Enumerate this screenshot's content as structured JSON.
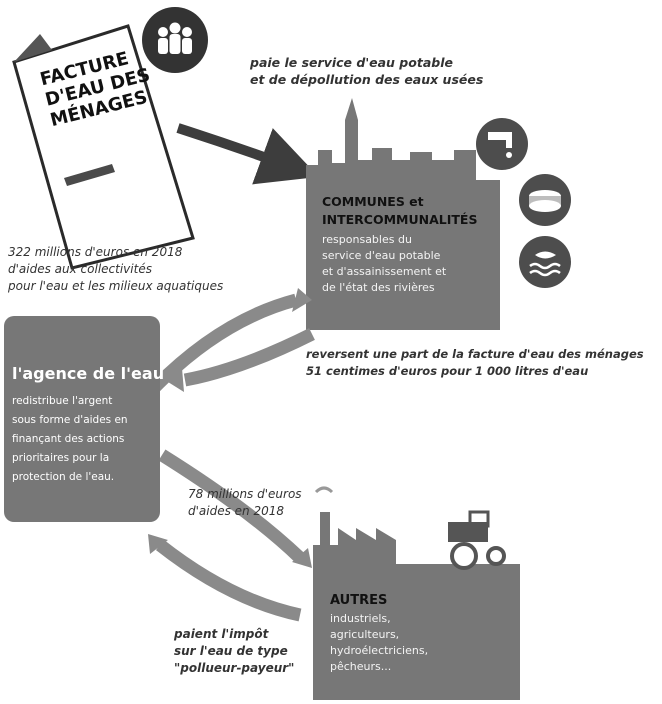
{
  "invoice": {
    "title_lines": [
      "FACTURE",
      "D'EAU DES",
      "MÉNAGES"
    ],
    "icon": "people-group-icon"
  },
  "pays_caption": {
    "lines": [
      "paie le service d'eau potable",
      "et de dépollution des eaux usées"
    ]
  },
  "communes": {
    "title_lines": [
      "COMMUNES et",
      "INTERCOMMUNALITÉS"
    ],
    "desc_lines": [
      "responsables du",
      "service d'eau potable",
      "et d'assainissement et",
      "de l'état des rivières"
    ],
    "icons": [
      "faucet-icon",
      "wastewater-treatment-icon",
      "river-fish-icon"
    ]
  },
  "aid_communes": {
    "lines": [
      "322 millions d'euros en 2018",
      "d'aides aux collectivités",
      "pour l'eau et les milieux aquatiques"
    ]
  },
  "reversal": {
    "lines": [
      "reversent une part de la facture d'eau des ménages",
      "51 centimes d'euros pour 1 000 litres d'eau"
    ]
  },
  "agency": {
    "title": "l'agence de l'eau",
    "desc_lines": [
      "redistribue l'argent",
      "sous forme d'aides en",
      "finançant des actions",
      "prioritaires pour la",
      "protection de l'eau."
    ]
  },
  "aid_others": {
    "lines": [
      "78 millions d'euros",
      "d'aides en 2018"
    ]
  },
  "tax": {
    "lines": [
      "paient l'impôt",
      "sur l'eau de type",
      "\"pollueur-payeur\""
    ]
  },
  "autres": {
    "title": "AUTRES",
    "desc_lines": [
      "industriels,",
      "agriculteurs,",
      "hydroélectriciens,",
      "pêcheurs..."
    ],
    "icons": [
      "factory-icon",
      "tractor-icon"
    ]
  },
  "colors": {
    "box_gray": "#777777",
    "dark_gray": "#4d4d4d",
    "arrow_gray": "#8a8a8a"
  }
}
